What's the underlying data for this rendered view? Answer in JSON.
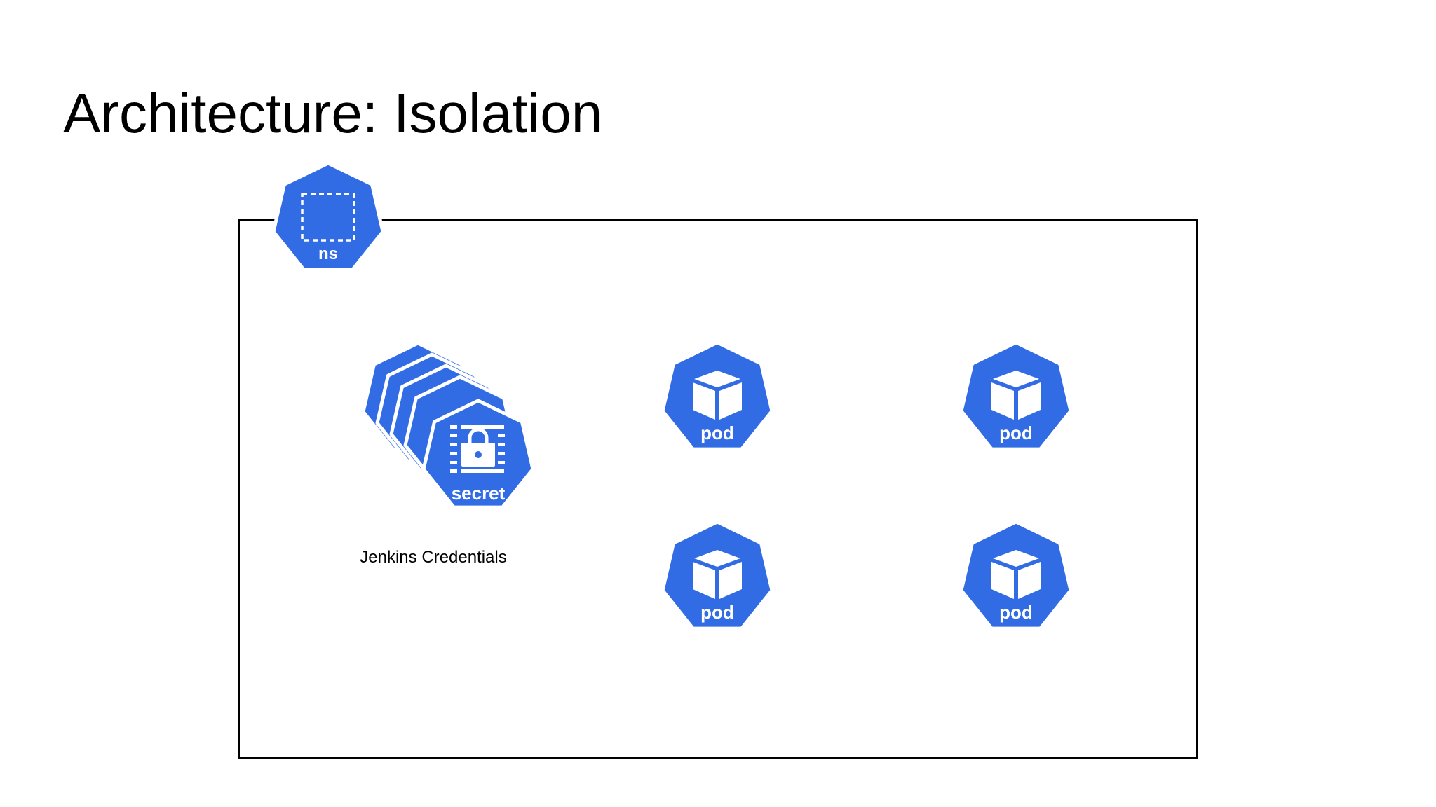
{
  "slide": {
    "title": "Architecture: Isolation"
  },
  "colors": {
    "k8s_blue": "#326ce5",
    "icon_white": "#ffffff",
    "frame": "#000000"
  },
  "namespace": {
    "icon": "k8s-namespace-icon",
    "label": "ns"
  },
  "secrets": {
    "icon": "k8s-secret-icon",
    "label": "secret",
    "caption": "Jenkins Credentials",
    "stack_count": 5
  },
  "pods": [
    {
      "icon": "k8s-pod-icon",
      "label": "pod"
    },
    {
      "icon": "k8s-pod-icon",
      "label": "pod"
    },
    {
      "icon": "k8s-pod-icon",
      "label": "pod"
    },
    {
      "icon": "k8s-pod-icon",
      "label": "pod"
    }
  ]
}
